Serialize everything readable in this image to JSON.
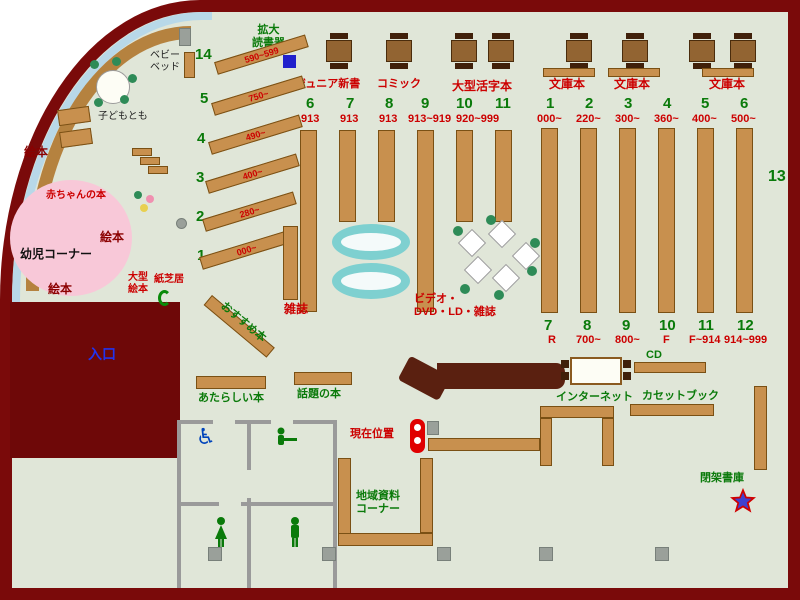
{
  "colors": {
    "background": "#e0e6d8",
    "wall": "#7a0a0a",
    "shelf": "#c8904e",
    "accent_green": "#0a7a0a",
    "accent_red": "#cc0000",
    "entrance_blue": "#2233ee"
  },
  "kids_area": {
    "infant_corner": "幼児コーナー",
    "baby_books": "赤ちゃんの本",
    "picture_books": "絵本",
    "large_picture_books_l1": "大型",
    "large_picture_books_l2": "絵本",
    "kamishibai": "紙芝居",
    "kodomo_tomo": "子どもとも",
    "baby_bed_l1": "ベビー",
    "baby_bed_l2": "ベッド"
  },
  "top_area": {
    "magnifier_l1": "拡大",
    "magnifier_l2": "読書器",
    "junior_shinsho": "ジュニア新書",
    "comic": "コミック",
    "large_print": "大型活字本",
    "bunko_1": "文庫本",
    "bunko_2": "文庫本",
    "bunko_3": "文庫本"
  },
  "fan_shelves": [
    {
      "num": "14",
      "range": "590~599"
    },
    {
      "num": "5",
      "range": "750~"
    },
    {
      "num": "4",
      "range": "490~"
    },
    {
      "num": "3",
      "range": "400~"
    },
    {
      "num": "2",
      "range": "280~"
    },
    {
      "num": "1",
      "range": "000~"
    }
  ],
  "center_shelves": {
    "numbers": [
      "6",
      "7",
      "8",
      "9",
      "10",
      "11"
    ],
    "ranges": [
      "913",
      "913",
      "913",
      "913~919",
      "920~999"
    ]
  },
  "right_shelves_top": {
    "numbers": [
      "1",
      "2",
      "3",
      "4",
      "5",
      "6"
    ],
    "ranges": [
      "000~",
      "220~",
      "300~",
      "360~",
      "400~",
      "500~"
    ]
  },
  "right_shelves_bottom": {
    "numbers": [
      "7",
      "8",
      "9",
      "10",
      "11",
      "12"
    ],
    "ranges": [
      "R",
      "700~",
      "800~",
      "F",
      "F~914",
      "914~999"
    ]
  },
  "wall_shelf": {
    "number": "13"
  },
  "areas": {
    "magazines": "雑誌",
    "video_l1": "ビデオ・",
    "video_l2": "DVD・LD・雑誌",
    "entrance": "入口",
    "new_books": "あたらしい本",
    "topic_books": "話題の本",
    "current_location": "現在位置",
    "local_materials_l1": "地域資料",
    "local_materials_l2": "コーナー",
    "cd": "CD",
    "internet": "インターネット",
    "cassette_books": "カセットブック",
    "closed_stacks": "閉架書庫",
    "recommended": "おすすめ本"
  }
}
